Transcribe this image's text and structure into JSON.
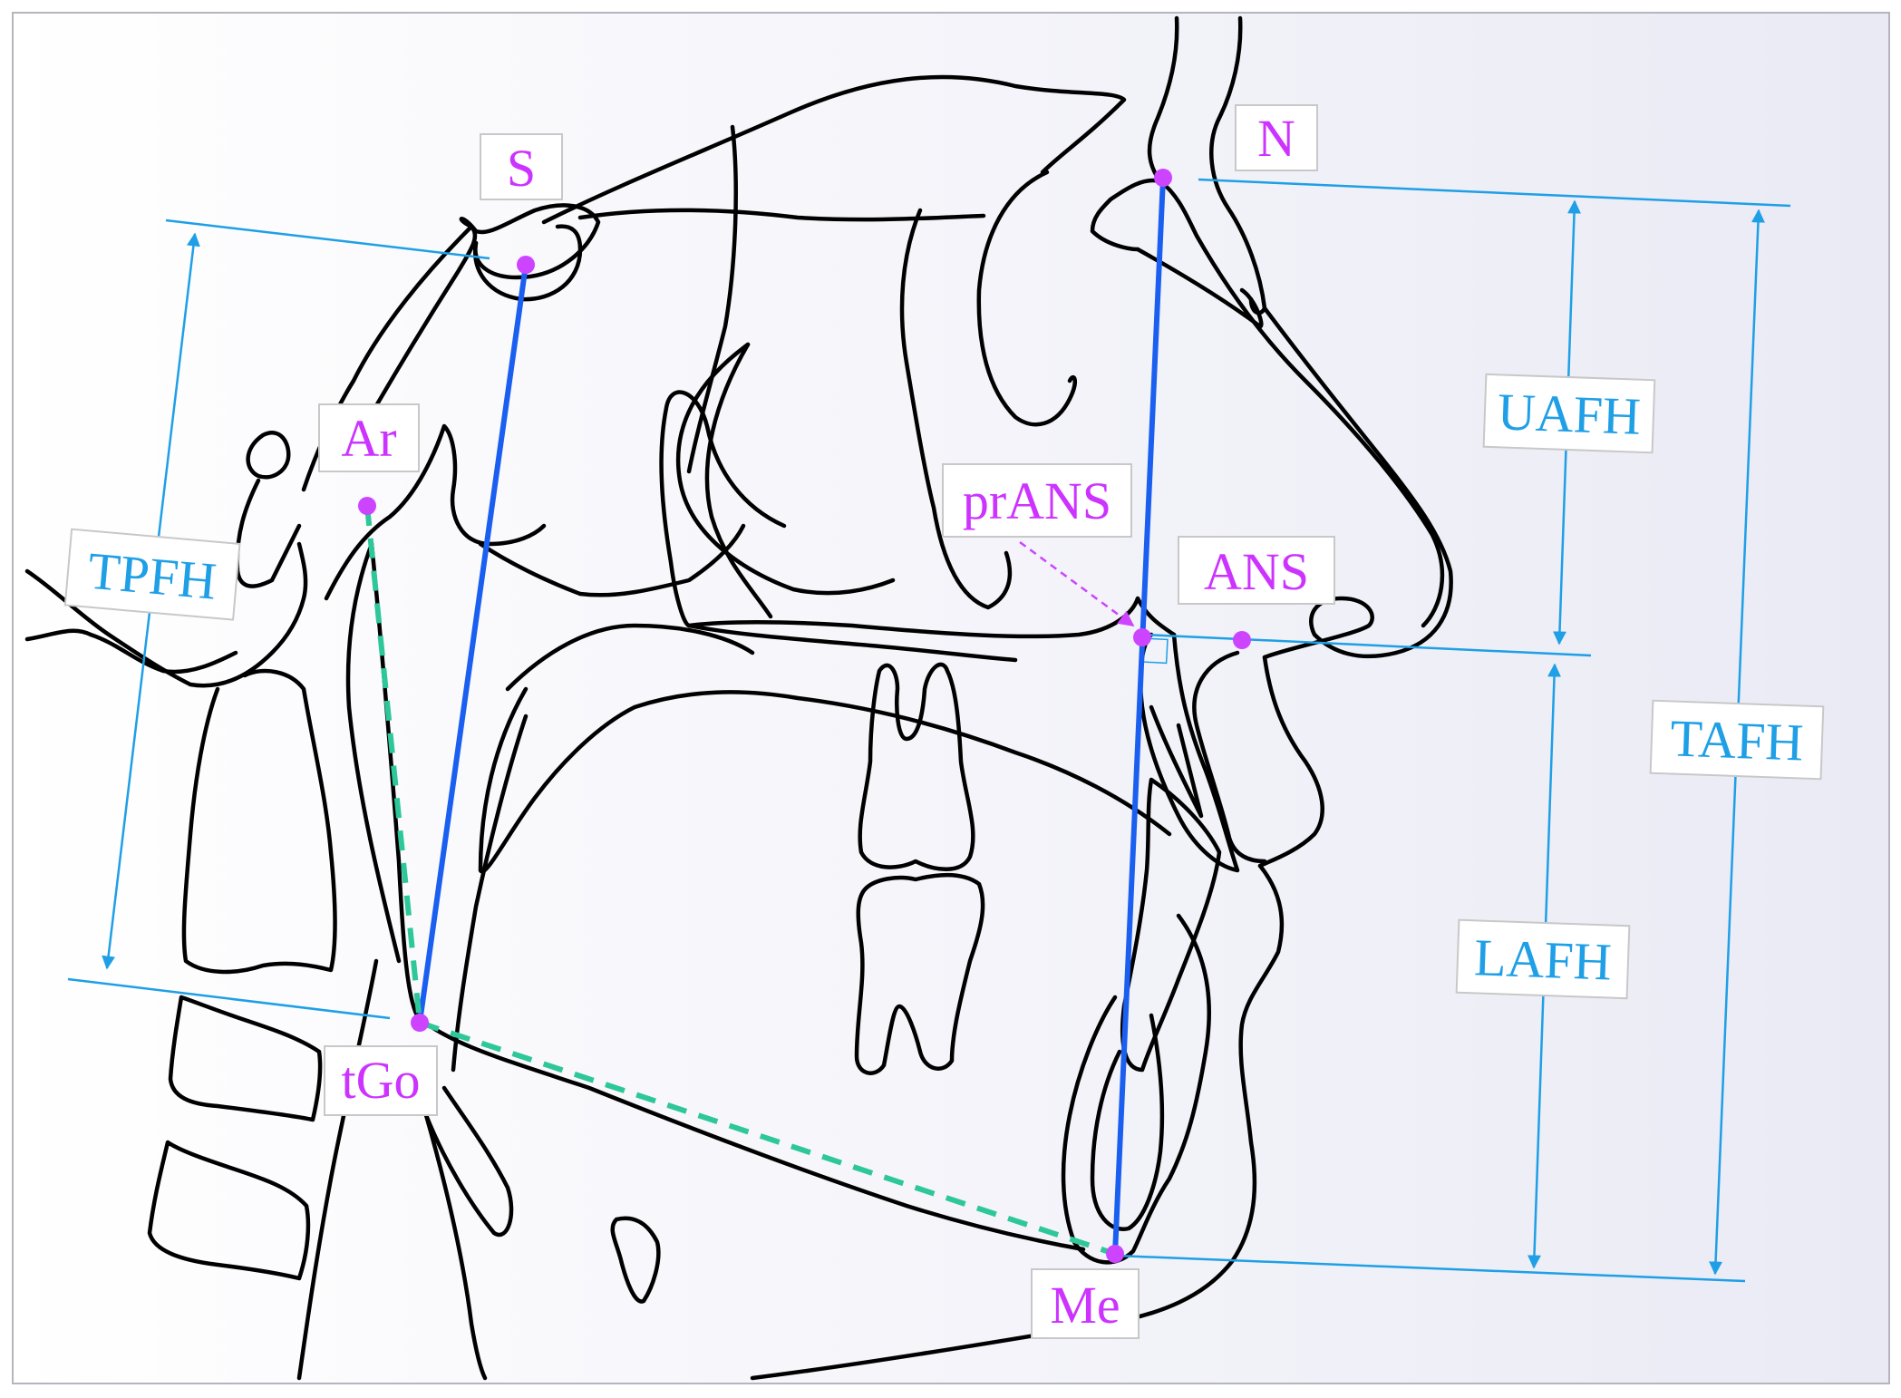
{
  "colors": {
    "outline": "#000000",
    "measure_line": "#1e9fe6",
    "landmark": "#cc44ff",
    "landmark_text": "#cc33ff",
    "facial_line": "#1a5ff0",
    "gonial_dash": "#2ec79a",
    "background_left": "#ffffff",
    "background_right": "#ececf6"
  },
  "landmarks": {
    "S": "S",
    "N": "N",
    "Ar": "Ar",
    "prANS": "prANS",
    "ANS": "ANS",
    "tGo": "tGo",
    "Me": "Me"
  },
  "measurements": {
    "TPFH": "TPFH",
    "UAFH": "UAFH",
    "LAFH": "LAFH",
    "TAFH": "TAFH"
  },
  "icons": {
    "arrowhead": "triangle-arrow-icon",
    "landmark_dot": "circle-dot-icon"
  }
}
